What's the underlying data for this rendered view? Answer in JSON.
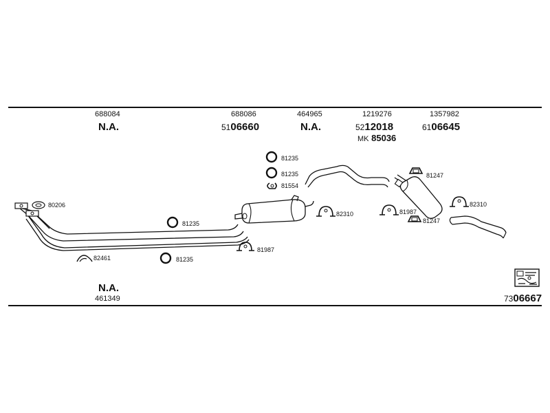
{
  "header": [
    {
      "code": "688084",
      "prefix": "",
      "value": "N.A."
    },
    {
      "code": "688086",
      "prefix": "51",
      "value": "06660"
    },
    {
      "code": "464965",
      "prefix": "",
      "value": "N.A."
    },
    {
      "code": "1219276",
      "prefix": "52",
      "value": "12018",
      "extra_prefix": "MK",
      "extra": "85036"
    },
    {
      "code": "1357982",
      "prefix": "61",
      "value": "06645"
    }
  ],
  "parts": {
    "p80206": "80206",
    "p82461": "82461",
    "p81235a": "81235",
    "p81235b": "81235",
    "p81987a": "81987",
    "p81235c": "81235",
    "p81235d": "81235",
    "p81554": "81554",
    "p82310a": "82310",
    "p81987b": "81987",
    "p81247a": "81247",
    "p81247b": "81247",
    "p82310b": "82310"
  },
  "footer": {
    "value": "N.A.",
    "code": "461349",
    "kit_prefix": "73",
    "kit_value": "06667"
  }
}
